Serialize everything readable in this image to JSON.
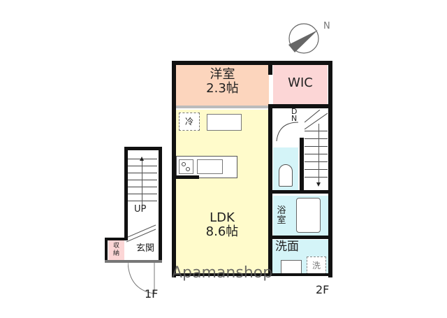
{
  "floorplan": {
    "compass": {
      "label": "N",
      "icon": "compass-icon"
    },
    "floors": [
      {
        "label": "1F"
      },
      {
        "label": "2F"
      }
    ],
    "rooms": {
      "western_room": {
        "name": "洋室",
        "size": "2.3帖",
        "color": "#fcd5bd"
      },
      "wic": {
        "name": "WIC",
        "color": "#fcd6d6"
      },
      "ldk": {
        "name": "LDK",
        "size": "8.6帖",
        "color": "#fffbcb"
      },
      "bath": {
        "name_line1": "浴",
        "name_line2": "室",
        "color": "#d4f4f8"
      },
      "washroom": {
        "name": "洗面",
        "color": "#d4f4f8"
      },
      "toilet": {
        "color": "#d4f4f8"
      },
      "storage": {
        "name_line1": "収",
        "name_line2": "納",
        "color": "#fcd6d6"
      },
      "entrance": {
        "name": "玄関"
      }
    },
    "fixtures": {
      "fridge": "冷",
      "washer": "洗",
      "stairs_down": {
        "line1": "D",
        "line2": "N"
      },
      "stairs_up": "UP"
    },
    "watermark": "Apamanshop"
  }
}
